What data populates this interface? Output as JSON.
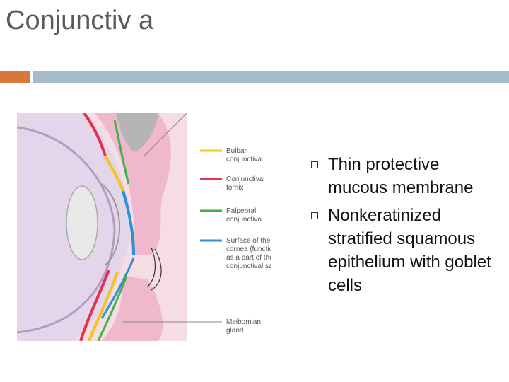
{
  "slide": {
    "title": "Conjunctiv a",
    "accent_colors": {
      "orange": "#d9763a",
      "blue": "#a2bccb"
    }
  },
  "figure": {
    "labels": [
      {
        "line1": "Bulbar",
        "line2": "conjunctiva",
        "color": "#f2c522"
      },
      {
        "line1": "Conjunctival",
        "line2": "fornix",
        "color": "#e63050"
      },
      {
        "line1": "Palpebral",
        "line2": "conjunctiva",
        "color": "#3db34a"
      },
      {
        "line1": "Surface of the",
        "line2": "cornea (functions",
        "line3": "as a part of the",
        "line4": "conjunctival sac)",
        "color": "#2b8fd6"
      }
    ],
    "gland_label": {
      "line1": "Meibomian",
      "line2": "gland"
    }
  },
  "bullets": [
    {
      "text": "Thin protective mucous membrane"
    },
    {
      "text": "Nonkeratinized stratified squamous epithelium with goblet cells"
    }
  ]
}
